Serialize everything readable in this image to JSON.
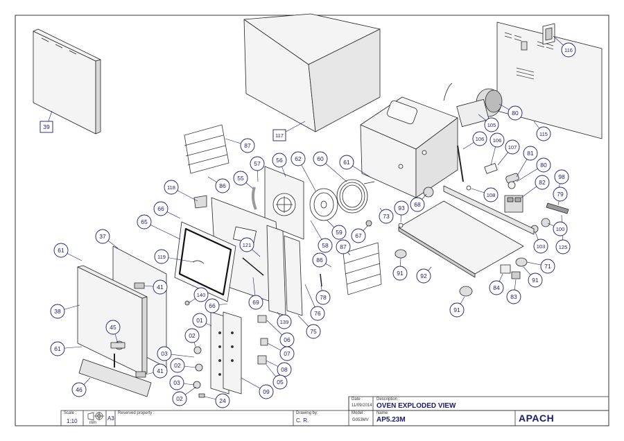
{
  "callouts": [
    {
      "id": "c39",
      "label": "39",
      "shape": "square"
    },
    {
      "id": "c117",
      "label": "117",
      "shape": "square"
    },
    {
      "id": "c116",
      "label": "116",
      "shape": "circle"
    },
    {
      "id": "c80a",
      "label": "80",
      "shape": "circle"
    },
    {
      "id": "c115",
      "label": "115",
      "shape": "circle"
    },
    {
      "id": "c105",
      "label": "105",
      "shape": "circle"
    },
    {
      "id": "c106a",
      "label": "106",
      "shape": "circle"
    },
    {
      "id": "c106b",
      "label": "106",
      "shape": "circle"
    },
    {
      "id": "c107",
      "label": "107",
      "shape": "circle"
    },
    {
      "id": "c81",
      "label": "81",
      "shape": "circle"
    },
    {
      "id": "c80b",
      "label": "80",
      "shape": "circle"
    },
    {
      "id": "c98",
      "label": "98",
      "shape": "circle"
    },
    {
      "id": "c79",
      "label": "79",
      "shape": "circle"
    },
    {
      "id": "c82",
      "label": "82",
      "shape": "circle"
    },
    {
      "id": "c108",
      "label": "108",
      "shape": "circle"
    },
    {
      "id": "c100",
      "label": "100",
      "shape": "circle"
    },
    {
      "id": "c103",
      "label": "103",
      "shape": "circle"
    },
    {
      "id": "c125",
      "label": "125",
      "shape": "circle"
    },
    {
      "id": "c87a",
      "label": "87",
      "shape": "circle"
    },
    {
      "id": "c57",
      "label": "57",
      "shape": "circle"
    },
    {
      "id": "c56",
      "label": "56",
      "shape": "circle"
    },
    {
      "id": "c62",
      "label": "62",
      "shape": "circle"
    },
    {
      "id": "c60",
      "label": "60",
      "shape": "circle"
    },
    {
      "id": "c61a",
      "label": "61",
      "shape": "circle"
    },
    {
      "id": "c55",
      "label": "55",
      "shape": "circle"
    },
    {
      "id": "c86a",
      "label": "86",
      "shape": "circle"
    },
    {
      "id": "c118",
      "label": "118",
      "shape": "circle"
    },
    {
      "id": "c66a",
      "label": "66",
      "shape": "circle"
    },
    {
      "id": "c65",
      "label": "65",
      "shape": "circle"
    },
    {
      "id": "c93",
      "label": "93",
      "shape": "circle"
    },
    {
      "id": "c73",
      "label": "73",
      "shape": "circle"
    },
    {
      "id": "c68",
      "label": "68",
      "shape": "circle"
    },
    {
      "id": "c67",
      "label": "67",
      "shape": "circle"
    },
    {
      "id": "c59",
      "label": "59",
      "shape": "circle"
    },
    {
      "id": "c58",
      "label": "58",
      "shape": "circle"
    },
    {
      "id": "c37",
      "label": "37",
      "shape": "circle"
    },
    {
      "id": "c61b",
      "label": "61",
      "shape": "circle"
    },
    {
      "id": "c119",
      "label": "119",
      "shape": "circle"
    },
    {
      "id": "c121",
      "label": "121",
      "shape": "circle"
    },
    {
      "id": "c87b",
      "label": "87",
      "shape": "circle"
    },
    {
      "id": "c86b",
      "label": "86",
      "shape": "circle"
    },
    {
      "id": "c91a",
      "label": "91",
      "shape": "circle"
    },
    {
      "id": "c92",
      "label": "92",
      "shape": "circle"
    },
    {
      "id": "c71",
      "label": "71",
      "shape": "circle"
    },
    {
      "id": "c91b",
      "label": "91",
      "shape": "circle"
    },
    {
      "id": "c84",
      "label": "84",
      "shape": "circle"
    },
    {
      "id": "c83",
      "label": "83",
      "shape": "circle"
    },
    {
      "id": "c91c",
      "label": "91",
      "shape": "circle"
    },
    {
      "id": "c41a",
      "label": "41",
      "shape": "circle"
    },
    {
      "id": "c38",
      "label": "38",
      "shape": "circle"
    },
    {
      "id": "c140",
      "label": "140",
      "shape": "circle"
    },
    {
      "id": "c66b",
      "label": "66",
      "shape": "circle"
    },
    {
      "id": "c69",
      "label": "69",
      "shape": "circle"
    },
    {
      "id": "c78",
      "label": "78",
      "shape": "circle"
    },
    {
      "id": "c76",
      "label": "76",
      "shape": "circle"
    },
    {
      "id": "c45",
      "label": "45",
      "shape": "circle"
    },
    {
      "id": "c01",
      "label": "01",
      "shape": "circle"
    },
    {
      "id": "c139",
      "label": "139",
      "shape": "circle"
    },
    {
      "id": "c75",
      "label": "75",
      "shape": "circle"
    },
    {
      "id": "c06",
      "label": "06",
      "shape": "circle"
    },
    {
      "id": "c61c",
      "label": "61",
      "shape": "circle"
    },
    {
      "id": "c02a",
      "label": "02",
      "shape": "circle"
    },
    {
      "id": "c07",
      "label": "07",
      "shape": "circle"
    },
    {
      "id": "c03a",
      "label": "03",
      "shape": "circle"
    },
    {
      "id": "c08",
      "label": "08",
      "shape": "circle"
    },
    {
      "id": "c41b",
      "label": "41",
      "shape": "circle"
    },
    {
      "id": "c02b",
      "label": "02",
      "shape": "circle"
    },
    {
      "id": "c05",
      "label": "05",
      "shape": "circle"
    },
    {
      "id": "c03b",
      "label": "03",
      "shape": "circle"
    },
    {
      "id": "c46",
      "label": "46",
      "shape": "circle"
    },
    {
      "id": "c09",
      "label": "09",
      "shape": "circle"
    },
    {
      "id": "c02c",
      "label": "02",
      "shape": "circle"
    },
    {
      "id": "c24",
      "label": "24",
      "shape": "circle"
    }
  ],
  "title_block": {
    "date_label": "Date :",
    "date_value": "11/09/2014",
    "description_label": "Description :",
    "description_value": "OVEN EXPLODED VIEW",
    "model_label": "Model :",
    "model_value": "G053MV",
    "name_label": "Name:",
    "name_value": "AP5.23M",
    "brand": "APACH",
    "scale_label": "Scale :",
    "scale_value": "1:10",
    "unit": "mm",
    "sheet_size": "A3",
    "reserved_label": "Reserved property :",
    "drawn_by_label": "Drawing by:",
    "drawn_by_value": "C. R."
  },
  "colors": {
    "ink": "#1a1a6e",
    "line": "#222222",
    "part_fill": "#f2f2f2",
    "part_shade": "#d0d0d0"
  }
}
